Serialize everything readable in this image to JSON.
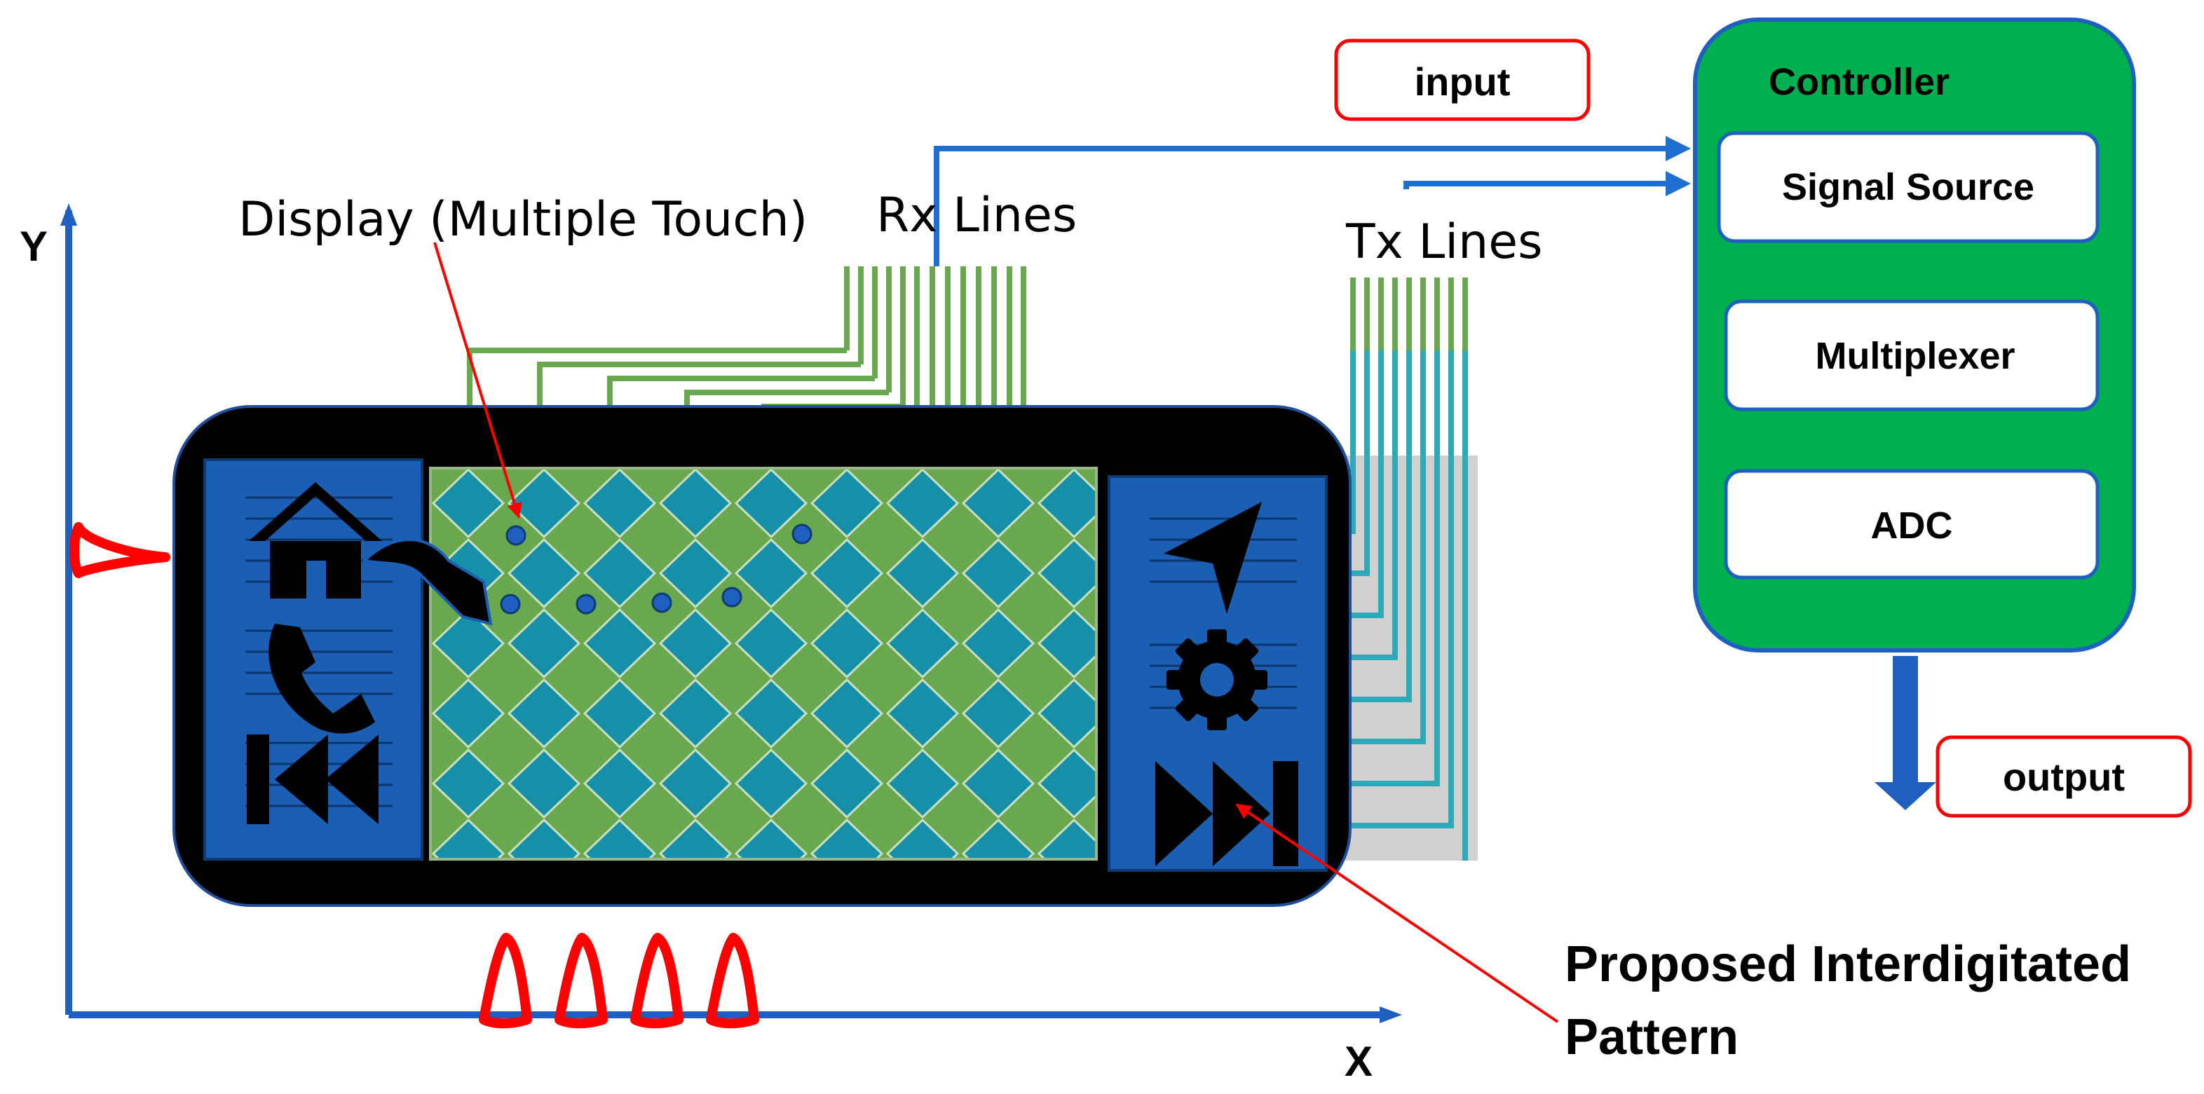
{
  "axes": {
    "y_label": "Y",
    "x_label": "X"
  },
  "labels": {
    "display": "Display (Multiple Touch)",
    "rx_lines": "Rx Lines",
    "tx_lines": "Tx Lines",
    "proposed_line1": "Proposed Interdigitated",
    "proposed_line2": "Pattern"
  },
  "io": {
    "input": "input",
    "output": "output"
  },
  "controller": {
    "title": "Controller",
    "blocks": [
      "Signal Source",
      "Multiplexer",
      "ADC"
    ]
  },
  "icons": {
    "left_panel": [
      "home-icon",
      "phone-icon",
      "rewind-icon"
    ],
    "right_panel": [
      "navigation-icon",
      "gear-icon",
      "skip-forward-icon"
    ]
  },
  "colors": {
    "axis_blue": "#1F5FBF",
    "panel_blue": "#1A5FB4",
    "controller_green": "#00B050",
    "grid_green": "#6AA84F",
    "grid_teal": "#1690A8",
    "annotation_red": "#FF0000",
    "device_black": "#000000"
  }
}
